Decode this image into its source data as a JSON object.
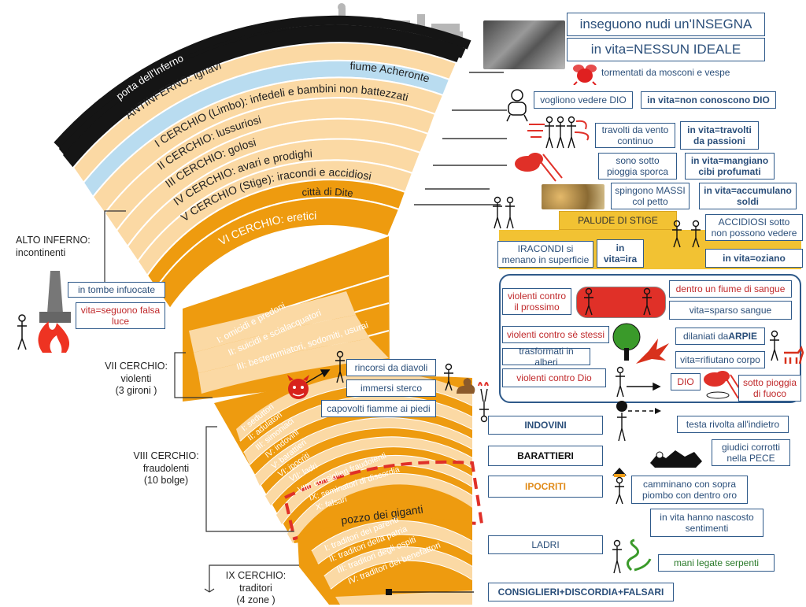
{
  "rings": [
    {
      "label": "porta dell'Inferno",
      "color": "#151515",
      "text_color": "#ffffff"
    },
    {
      "label": "ANTINFERNO: ignavi",
      "color": "#fbd9a4",
      "text_color": "#222222"
    },
    {
      "label": "fiume Acheronte",
      "color": "#b9dcf0",
      "text_color": "#222222"
    },
    {
      "label": "I CERCHIO (Limbo): infedeli e bambini non battezzati",
      "color": "#fbd9a4",
      "text_color": "#222222"
    },
    {
      "label": "II CERCHIO: lussuriosi",
      "color": "#fbd9a4",
      "text_color": "#222222"
    },
    {
      "label": "III CERCHIO: golosi",
      "color": "#fbd9a4",
      "text_color": "#222222"
    },
    {
      "label": "IV CERCHIO: avari e prodighi",
      "color": "#fbd9a4",
      "text_color": "#222222"
    },
    {
      "label": "V CERCHIO (Stige): iracondi e accidiosi",
      "color": "#fbd9a4",
      "text_color": "#222222"
    },
    {
      "label": "città di Dite",
      "color": "#ee9b0f",
      "text_color": "#222222"
    },
    {
      "label": "VI CERCHIO: eretici",
      "color": "#ee9b0f",
      "text_color": "#ffffff"
    }
  ],
  "left_labels": {
    "alto_inferno": "ALTO INFERNO:",
    "incontinenti": "incontinenti",
    "vii_title": "VII CERCHIO:",
    "vii_sub": "violenti",
    "vii_count": "(3 gironi )",
    "viii_title": "VIII CERCHIO:",
    "viii_sub": "fraudolenti",
    "viii_count": "(10 bolge)",
    "ix_title": "IX CERCHIO:",
    "ix_sub": "traditori",
    "ix_count": "(4 zone )"
  },
  "gironi": [
    "I: omicidi e predoni",
    "II: suicidi e scialacquatori",
    "III: bestemmiatori, sodomiti, usurai"
  ],
  "bolge": [
    "I: seduttori",
    "II: adulatori",
    "III: simoniaci",
    "IV: indovini",
    "V: barattieri",
    "VI: ipocriti",
    "VII: ladri",
    "VIII: consiglieri fraudolenti",
    "IX: seminatori di discordia",
    "X: falsari"
  ],
  "pozzo": "pozzo dei giganti",
  "zone": [
    "I: traditori dei parenti",
    "II: traditori della patria",
    "III: traditori degli ospiti",
    "IV: traditori dei benefattori"
  ],
  "notes": {
    "insegna": "inseguono nudi un'INSEGNA",
    "nessun_ideale": "in vita=NESSUN IDEALE",
    "mosconi": "tormentati da mosconi e vespe",
    "vedere_dio": "vogliono vedere DIO",
    "non_conoscono": "in vita=non conoscono DIO",
    "vento": "travolti da vento continuo",
    "passioni": "in vita=travolti da passioni",
    "pioggia_sporca": "sono sotto pioggia sporca",
    "cibi": "in vita=mangiano cibi profumati",
    "massi": "spingono MASSI col petto",
    "soldi": "in vita=accumulano soldi",
    "palude": "PALUDE DI STIGE",
    "accidiosi": "ACCIDIOSI sotto non possono vedere",
    "iracondi": "IRACONDI si menano in superficie",
    "ira": "in vita=ira",
    "oziano": "in vita=oziano",
    "tombe": "in tombe infuocate",
    "falsa_luce": "vita=seguono falsa luce",
    "violenti_prossimo": "violenti contro il prossimo",
    "fiume_sangue": "dentro un fiume di sangue",
    "sparso_sangue": "vita=sparso sangue",
    "violenti_se": "violenti contro sè stessi",
    "arpie_pre": "dilaniati da ",
    "arpie": "ARPIE",
    "alberi": "trasformati in alberi",
    "rifiutano": "vita=rifiutano corpo",
    "violenti_dio": "violenti contro Dio",
    "dio": "DIO",
    "pioggia_fuoco": "sotto pioggia di fuoco",
    "diavoli": "rincorsi da diavoli",
    "sterco": "immersi sterco",
    "capovolti": "capovolti fiamme ai piedi",
    "indovini": "INDOVINI",
    "testa": "testa rivolta all'indietro",
    "barattieri": "BARATTIERI",
    "pece": "giudici corrotti nella PECE",
    "ipocriti": "IPOCRITI",
    "piombo": "camminano con sopra piombo con dentro oro",
    "nascosto": "in vita hanno nascosto sentimenti",
    "ladri": "LADRI",
    "serpenti": "mani legate serpenti",
    "consiglieri": "CONSIGLIERI+DISCORDIA+FALSARI"
  }
}
